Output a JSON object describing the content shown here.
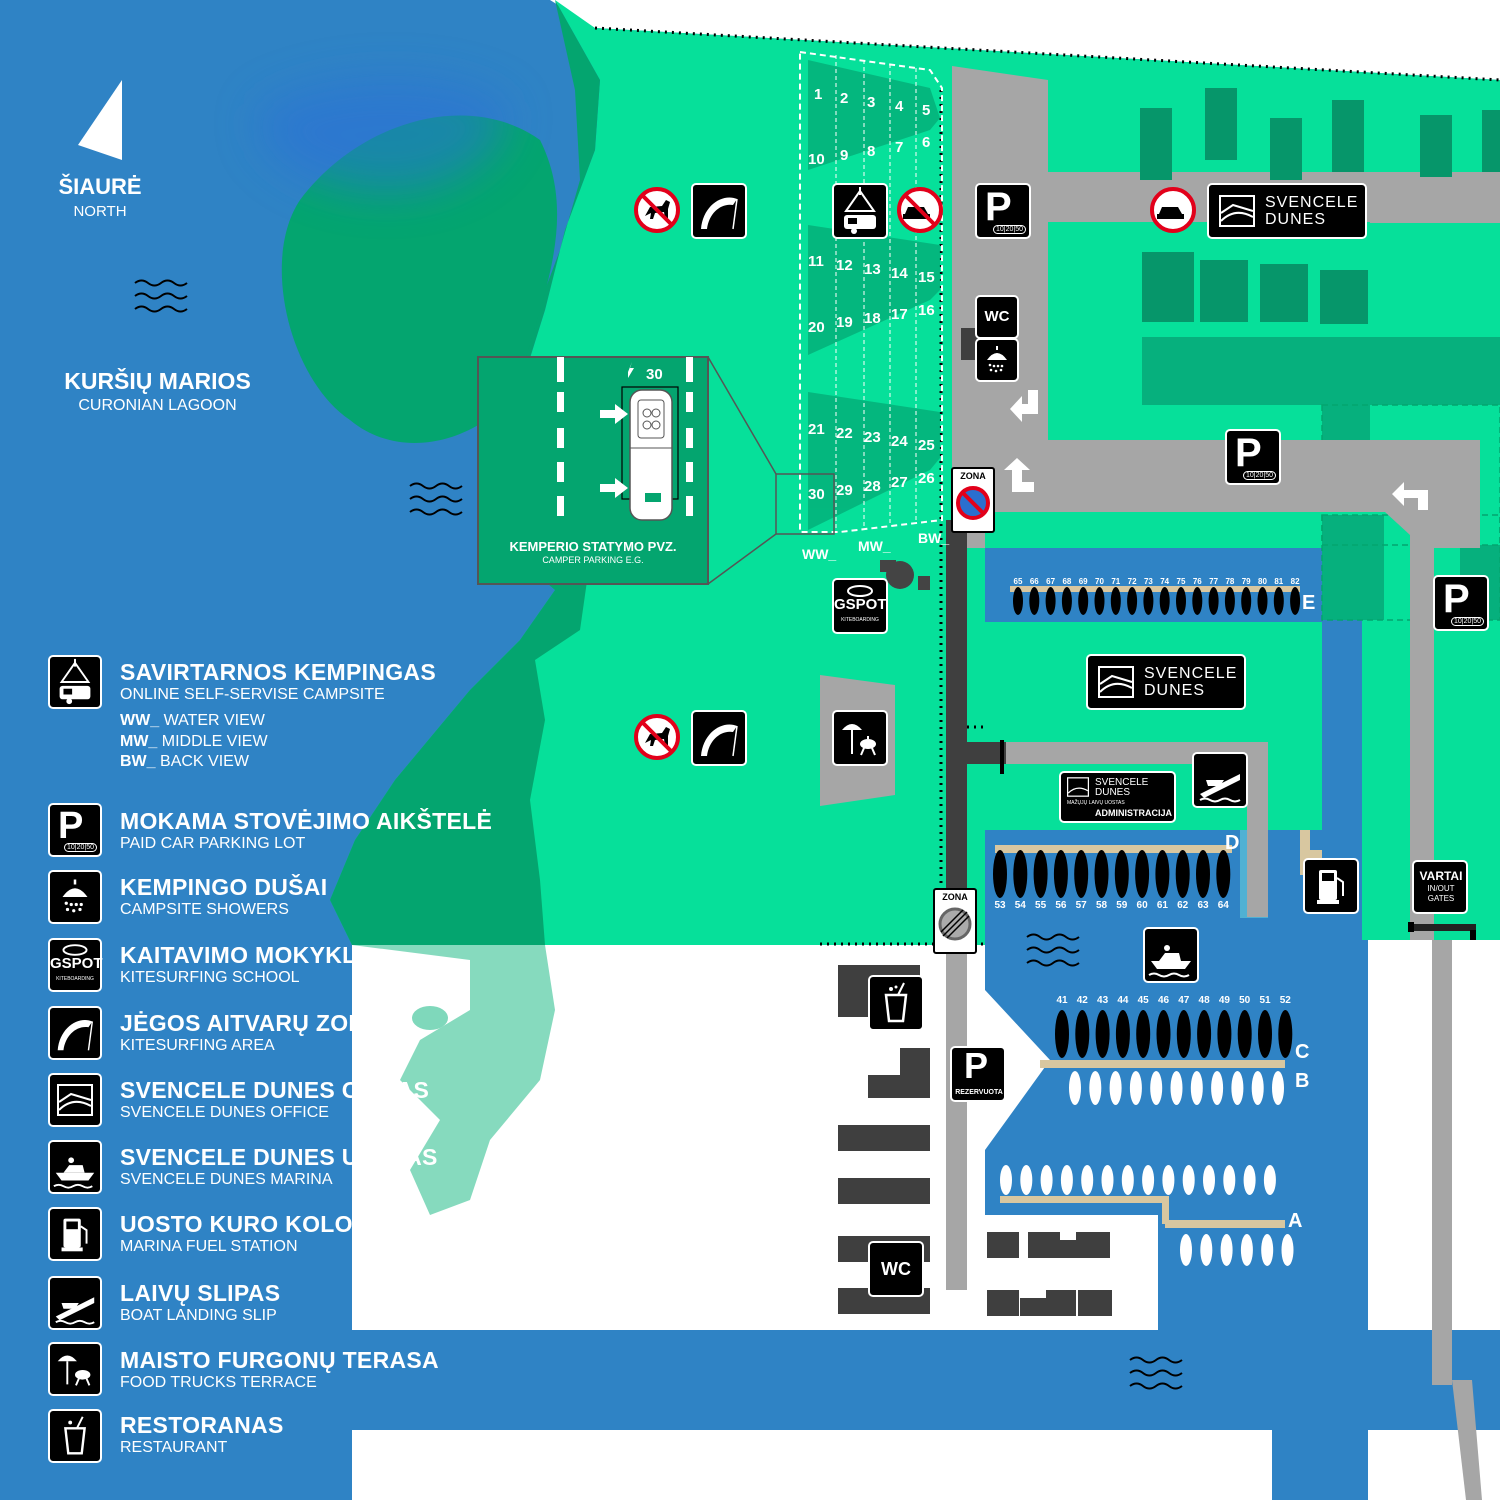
{
  "compass": {
    "title": "ŠIAURĖ",
    "subtitle": "NORTH"
  },
  "lagoon": {
    "title": "KURŠIŲ MARIOS",
    "subtitle": "CURONIAN LAGOON"
  },
  "legend": [
    {
      "title": "SAVIRTARNOS KEMPINGAS",
      "subtitle": "ONLINE SELF-SERVISE CAMPSITE",
      "icon": "camping-icon"
    },
    {
      "title": "MOKAMA STOVĖJIMO AIKŠTELĖ",
      "subtitle": "PAID CAR PARKING LOT",
      "icon": "parking-icon"
    },
    {
      "title": "KEMPINGO DUŠAI",
      "subtitle": "CAMPSITE SHOWERS",
      "icon": "shower-icon"
    },
    {
      "title": "KAITAVIMO MOKYKLA",
      "subtitle": "KITESURFING SCHOOL",
      "icon": "gspot-logo-icon"
    },
    {
      "title": "JĖGOS AITVARŲ ZONA",
      "subtitle": "KITESURFING AREA",
      "icon": "kite-icon"
    },
    {
      "title": "SVENCELE DUNES OFISAS",
      "subtitle": "SVENCELE DUNES OFFICE",
      "icon": "dunes-office-icon"
    },
    {
      "title": "SVENCELE DUNES UOSTAS",
      "subtitle": "SVENCELE DUNES MARINA",
      "icon": "boat-icon"
    },
    {
      "title": "UOSTO KURO KOLONĖLĖ",
      "subtitle": "MARINA FUEL STATION",
      "icon": "fuel-icon"
    },
    {
      "title": "LAIVŲ SLIPAS",
      "subtitle": "BOAT LANDING SLIP",
      "icon": "boat-slip-icon"
    },
    {
      "title": "MAISTO FURGONŲ TERASA",
      "subtitle": "FOOD TRUCKS TERRACE",
      "icon": "food-terrace-icon"
    },
    {
      "title": "RESTORANAS",
      "subtitle": "RESTAURANT",
      "icon": "restaurant-icon"
    }
  ],
  "views": [
    {
      "code": "WW_",
      "label": "WATER VIEW"
    },
    {
      "code": "MW_",
      "label": "MIDDLE VIEW"
    },
    {
      "code": "BW_",
      "label": "BACK VIEW"
    }
  ],
  "inset": {
    "title": "KEMPERIO STATYMO PVZ.",
    "subtitle": "CAMPER PARKING E.G.",
    "number": "30"
  },
  "campsite_numbers": [
    "1",
    "2",
    "3",
    "4",
    "5",
    "6",
    "7",
    "8",
    "9",
    "10",
    "11",
    "12",
    "13",
    "14",
    "15",
    "16",
    "17",
    "18",
    "19",
    "20",
    "21",
    "22",
    "23",
    "24",
    "25",
    "26",
    "27",
    "28",
    "29",
    "30"
  ],
  "dunes_sign": {
    "line1": "SVENCELE",
    "line2": "DUNES"
  },
  "admin_sign": {
    "line1": "SVENCELE",
    "line2": "DUNES",
    "small": "MAŽŲJŲ LAIVŲ UOSTAS",
    "label": "ADMINISTRACIJA"
  },
  "parking_symbol": "P",
  "parking_times": [
    "10",
    "20",
    "50"
  ],
  "wc_label": "WC",
  "zona_label": "ZONA",
  "reserved_label": "REZERVUOTA",
  "gspot_label": "GSPOT",
  "gspot_small": "KITEBOARDING",
  "gates": {
    "title": "VARTAI",
    "subtitle_1": "IN/OUT",
    "subtitle_2": "GATES"
  },
  "piers": {
    "E": {
      "letter": "E",
      "numbers": [
        "65",
        "66",
        "67",
        "68",
        "69",
        "70",
        "71",
        "72",
        "73",
        "74",
        "75",
        "76",
        "77",
        "78",
        "79",
        "80",
        "81",
        "82"
      ]
    },
    "D": {
      "letter": "D",
      "numbers": [
        "53",
        "54",
        "55",
        "56",
        "57",
        "58",
        "59",
        "60",
        "61",
        "62",
        "63",
        "64"
      ]
    },
    "C": {
      "letter": "C",
      "numbers": [
        "41",
        "42",
        "43",
        "44",
        "45",
        "46",
        "47",
        "48",
        "49",
        "50",
        "51",
        "52"
      ]
    },
    "B": {
      "letter": "B"
    },
    "A": {
      "letter": "A"
    }
  },
  "colors": {
    "water": "#2f83c5",
    "land_green": "#06e09a",
    "forest_green": "#04a56f",
    "road": "#a6a6a6",
    "building": "#3f3f3f",
    "pier": "#d8c7a0"
  }
}
